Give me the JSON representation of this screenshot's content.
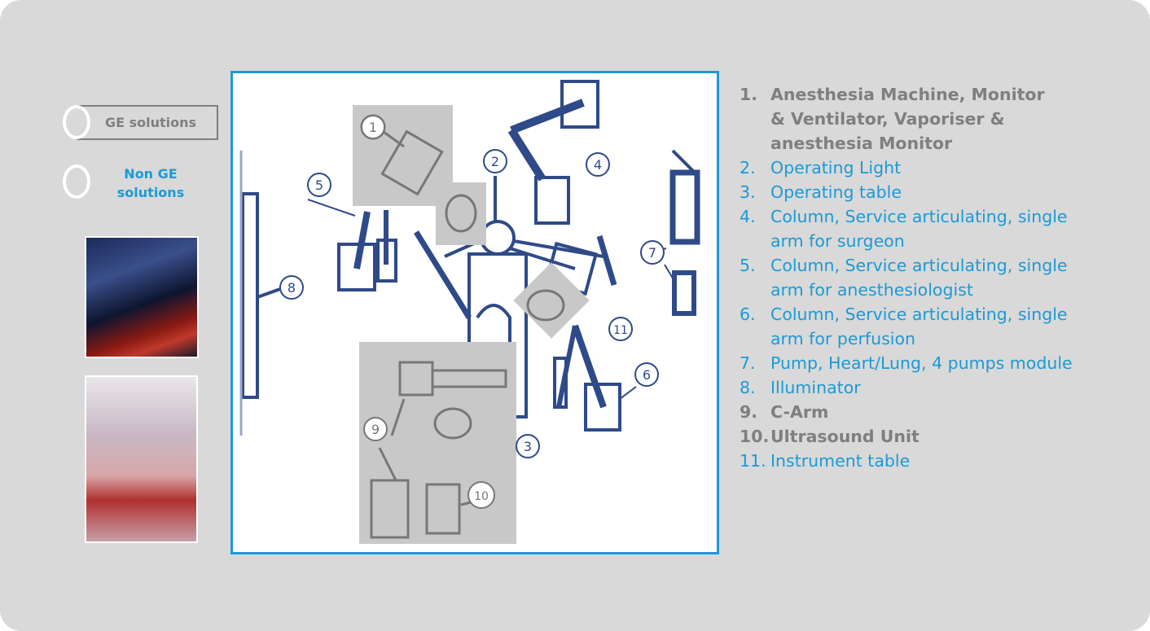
{
  "legend": {
    "ge_label": "GE solutions",
    "non_ge_label": "Non GE solutions"
  },
  "diagram": {
    "labels": [
      "1",
      "2",
      "3",
      "4",
      "5",
      "6",
      "7",
      "8",
      "9",
      "10",
      "11"
    ]
  },
  "equipment_list": [
    {
      "num": "1.",
      "text": "Anesthesia Machine, Monitor & Ventilator, Vaporiser & anesthesia Monitor",
      "category": "GE"
    },
    {
      "num": "2.",
      "text": "Operating Light",
      "category": "Non GE"
    },
    {
      "num": "3.",
      "text": "Operating table",
      "category": "Non GE"
    },
    {
      "num": "4.",
      "text": "Column, Service articulating, single arm for surgeon",
      "category": "Non GE"
    },
    {
      "num": "5.",
      "text": "Column, Service articulating, single arm for anesthesiologist",
      "category": "Non GE"
    },
    {
      "num": "6.",
      "text": "Column, Service articulating, single arm for perfusion",
      "category": "Non GE"
    },
    {
      "num": "7.",
      "text": "Pump, Heart/Lung, 4 pumps module",
      "category": "Non GE"
    },
    {
      "num": "8.",
      "text": "Illuminator",
      "category": "Non GE"
    },
    {
      "num": "9.",
      "text": "C-Arm",
      "category": "GE"
    },
    {
      "num": "10.",
      "text": "Ultrasound Unit",
      "category": "GE"
    },
    {
      "num": "11.",
      "text": "Instrument table",
      "category": "Non GE"
    }
  ],
  "colors": {
    "ge": "#7f7f7f",
    "non_ge": "#1a9ad6",
    "diagram": "#2e4a88",
    "background": "#d9d9d9"
  }
}
